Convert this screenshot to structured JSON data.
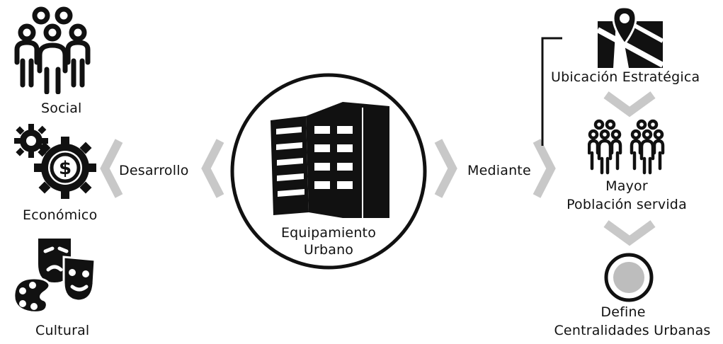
{
  "left": {
    "social_label": "Social",
    "economic_label": "Económico",
    "cultural_label": "Cultural",
    "icons": [
      "people-group-icon",
      "gear-dollar-icon",
      "theater-masks-palette-icon"
    ]
  },
  "center": {
    "desarrollo_label": "Desarrollo",
    "mediante_label": "Mediante",
    "title_line1": "Equipamiento",
    "title_line2": "Urbano",
    "icon": "building-icon"
  },
  "right": {
    "ubicacion_label": "Ubicación Estratégica",
    "poblacion_line1": "Mayor",
    "poblacion_line2": "Población servida",
    "define_line1": "Define",
    "define_line2": "Centralidades Urbanas",
    "icons": [
      "map-pin-icon",
      "people-groups-icon",
      "target-circle-icon"
    ]
  },
  "colors": {
    "ink": "#111111",
    "chevron": "#c8c8c8",
    "target_fill": "#bdbdbd"
  }
}
